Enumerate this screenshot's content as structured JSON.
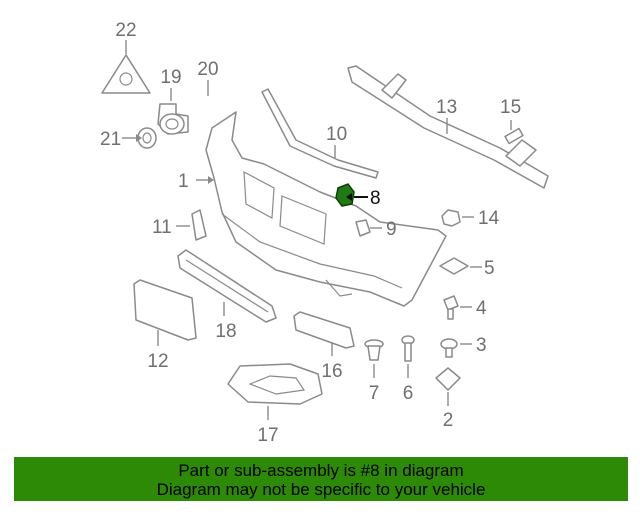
{
  "callouts": [
    {
      "id": "1",
      "label": "1"
    },
    {
      "id": "2",
      "label": "2"
    },
    {
      "id": "3",
      "label": "3"
    },
    {
      "id": "4",
      "label": "4"
    },
    {
      "id": "5",
      "label": "5"
    },
    {
      "id": "6",
      "label": "6"
    },
    {
      "id": "7",
      "label": "7"
    },
    {
      "id": "8",
      "label": "8"
    },
    {
      "id": "9",
      "label": "9"
    },
    {
      "id": "10",
      "label": "10"
    },
    {
      "id": "11",
      "label": "11"
    },
    {
      "id": "12",
      "label": "12"
    },
    {
      "id": "13",
      "label": "13"
    },
    {
      "id": "14",
      "label": "14"
    },
    {
      "id": "15",
      "label": "15"
    },
    {
      "id": "16",
      "label": "16"
    },
    {
      "id": "17",
      "label": "17"
    },
    {
      "id": "18",
      "label": "18"
    },
    {
      "id": "19",
      "label": "19"
    },
    {
      "id": "20",
      "label": "20"
    },
    {
      "id": "21",
      "label": "21"
    },
    {
      "id": "22",
      "label": "22"
    }
  ],
  "highlighted_part": "8",
  "colors": {
    "banner_bg": "#2d8a06",
    "highlight_part": "#1e7a12",
    "line_gray": "#8a8a8a",
    "text_gray": "#6f6f6f"
  },
  "banner": {
    "line1": "Part or sub-assembly is #8 in diagram",
    "line2": "Diagram may not be specific to your vehicle"
  }
}
